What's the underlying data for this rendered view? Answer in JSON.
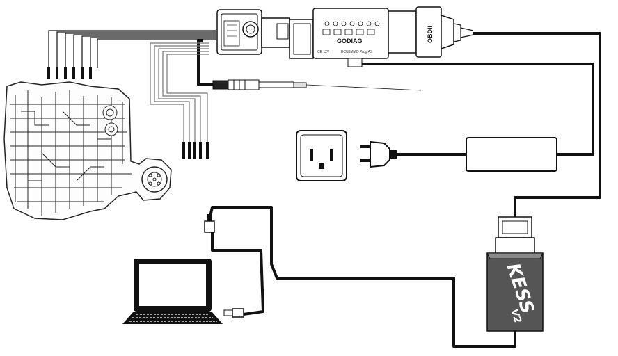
{
  "godiag_box": {
    "brand": "GODIAG",
    "model": "ECU/IMMO Prog AS",
    "ce_mark": "CE 12V"
  },
  "obd_connector": {
    "label": "OBDII"
  },
  "kess_device": {
    "brand": "KESS",
    "version": "V2"
  },
  "colors": {
    "line": "#111111",
    "kess_body": "#555555",
    "grey_wire": "#888888"
  }
}
